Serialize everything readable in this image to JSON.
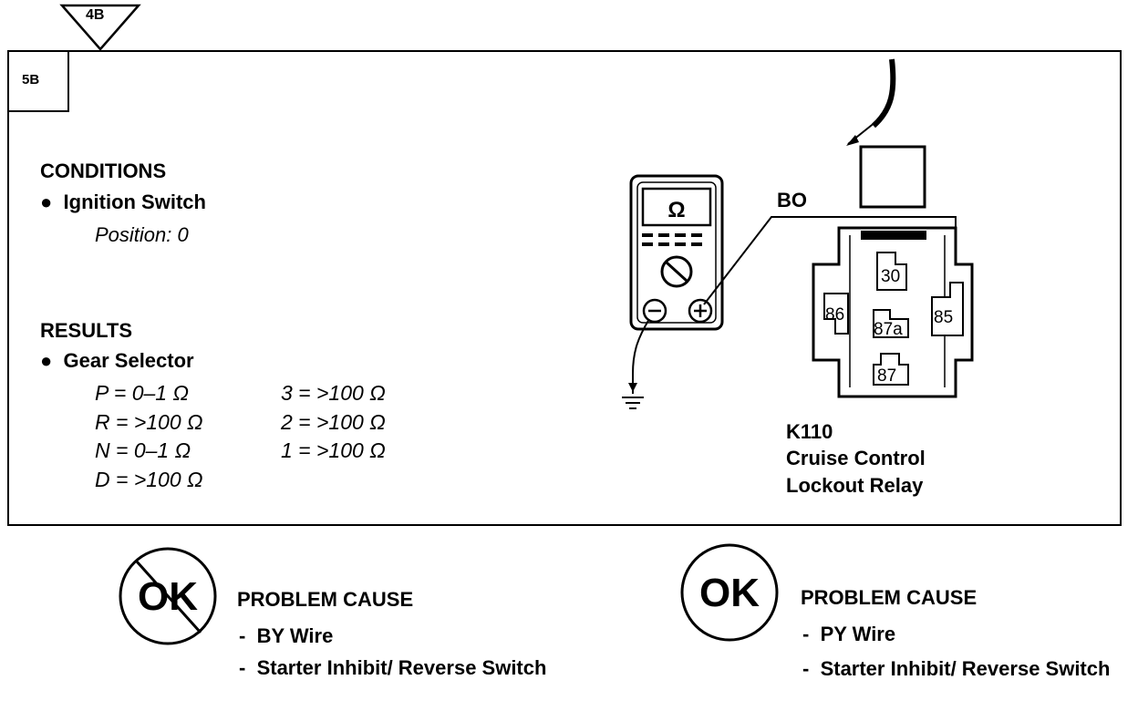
{
  "ref_marker": "4B",
  "step_label": "5B",
  "conditions": {
    "heading": "CONDITIONS",
    "item": "Ignition Switch",
    "detail": "Position: 0"
  },
  "results": {
    "heading": "RESULTS",
    "item": "Gear Selector",
    "values": [
      "P = 0–1 Ω",
      "R = >100 Ω",
      "N = 0–1 Ω",
      "D = >100 Ω",
      "3 = >100 Ω",
      "2 = >100 Ω",
      "1 = >100 Ω"
    ]
  },
  "meter": {
    "display": "Ω",
    "minus": "⊖",
    "plus": "⊕"
  },
  "wire_label": "BO",
  "relay": {
    "pins": [
      "30",
      "86",
      "87a",
      "85",
      "87"
    ],
    "caption_lines": [
      "K110",
      "Cruise Control",
      "Lockout Relay"
    ]
  },
  "outcomes": [
    {
      "badge": "OK",
      "crossed": true,
      "heading": "PROBLEM CAUSE",
      "causes": [
        "BY Wire",
        "Starter Inhibit/ Reverse Switch"
      ]
    },
    {
      "badge": "OK",
      "crossed": false,
      "heading": "PROBLEM CAUSE",
      "causes": [
        "PY Wire",
        "Starter Inhibit/ Reverse Switch"
      ]
    }
  ]
}
